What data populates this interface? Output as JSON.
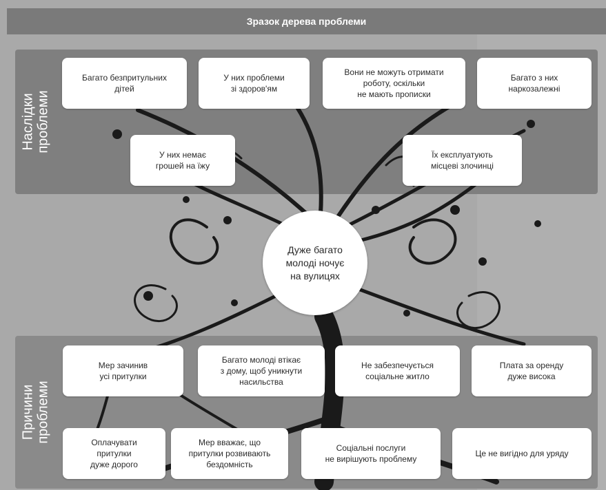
{
  "title": "Зразок дерева проблеми",
  "effects": {
    "label": "Наслідки\nпроблеми",
    "items": [
      "Багато безпритульних\nдітей",
      "У них проблеми\nзі здоров'ям",
      "Вони не можуть  отримати\nроботу,  оскільки\nне мають  прописки",
      "Багато з них\nнаркозалежні",
      "У них немає\nгрошей на їжу",
      "Їх експлуатують\nмісцеві злочинці"
    ]
  },
  "core": "Дуже багато\nмолоді ночує\nна вулицях",
  "causes": {
    "label": "Причини\nпроблеми",
    "items": [
      "Мер зачинив\nусі притулки",
      "Багато молоді втікає\nз дому, щоб уникнути\nнасильства",
      "Не забезпечується\nсоціальне житло",
      "Плата за оренду\nдуже висока",
      "Оплачувати\nпритулки\nдуже дорого",
      "Мер вважає,  що\nпритулки розвивають\nбездомність",
      "Соціальні послуги\nне вирішують проблему",
      "Це не вигідно для уряду"
    ]
  },
  "colors": {
    "background": "#a9a9a9",
    "panel": "#7f7f7f",
    "tree": "#1a1a1a",
    "box": "#ffffff"
  }
}
